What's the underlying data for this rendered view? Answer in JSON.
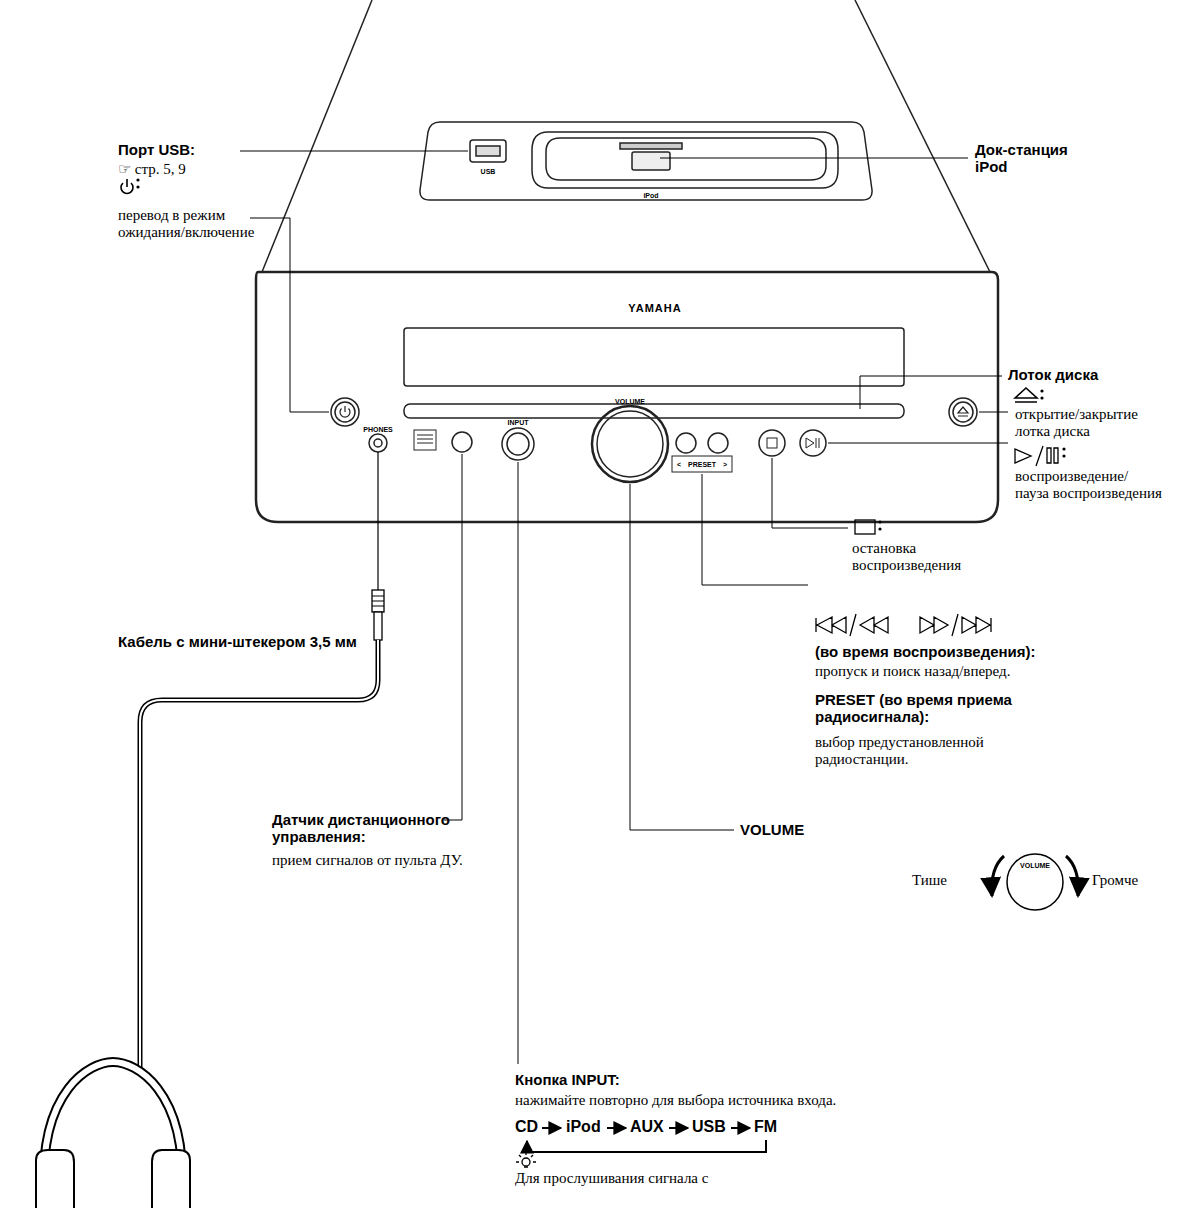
{
  "diagram": {
    "labels": [
      "Порт USB:",
      "☞ стр. 5, 9",
      "перевод в режим ожидания/включение",
      "Док-станция iPod",
      "Лоток диска",
      "открытие/закрытие лотка диска",
      "воспроизведение/ пауза воспроизведения",
      "остановка воспроизведения",
      "(во время воспроизведения):",
      "пропуск и поиск назад/вперед.",
      "PRESET (во время приема радиосигнала):",
      "выбор предустановленной радиостанции.",
      "Кабель с мини-штекером 3,5 мм",
      "Датчик дистанционного управления:",
      "прием сигналов от пульта ДУ.",
      "VOLUME",
      "VOLUME",
      "Тише",
      "Громче",
      "Кнопка INPUT:",
      "нажимайте повторно для выбора источника входа.",
      "CD",
      "iPod",
      "AUX",
      "USB",
      "FM",
      "Для прослушивания сигнала с",
      "USB",
      "iPod",
      "YAMAHA",
      "PHONES",
      "INPUT",
      "VOLUME",
      "<",
      "PRESET",
      ">"
    ]
  }
}
